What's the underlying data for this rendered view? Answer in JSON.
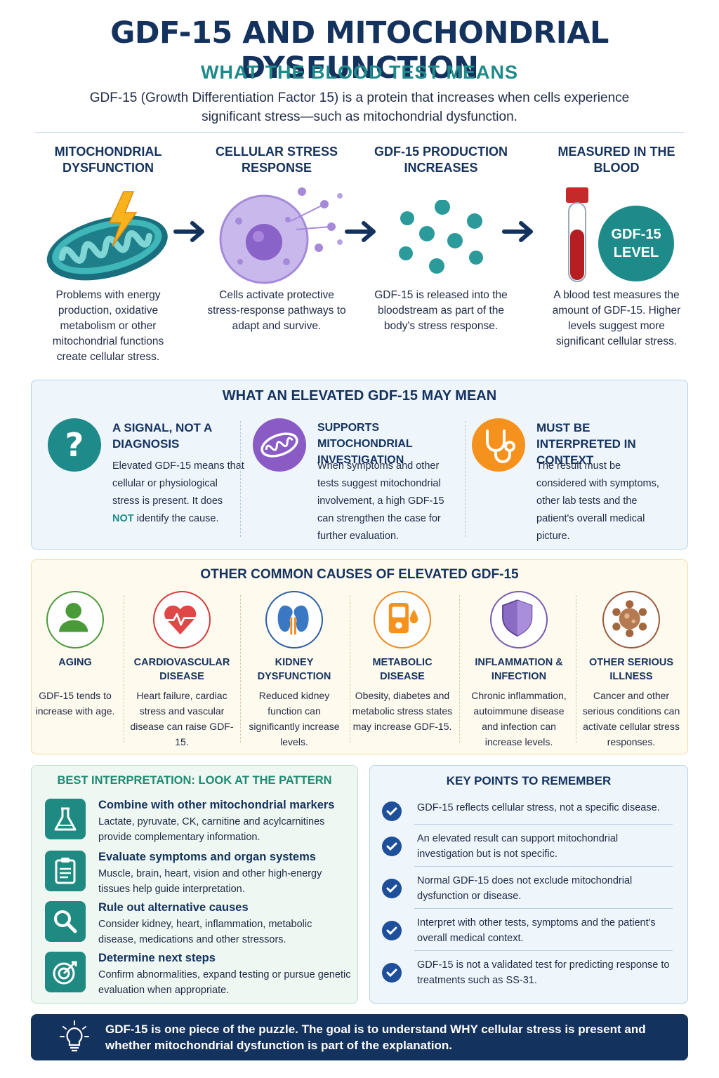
{
  "header": {
    "title": "GDF-15 AND MITOCHONDRIAL DYSFUNCTION",
    "subtitle": "WHAT THE BLOOD TEST MEANS",
    "intro": "GDF-15 (Growth Differentiation Factor 15) is a protein that increases when cells experience significant stress—such as mitochondrial dysfunction."
  },
  "flow": [
    {
      "title": "MITOCHONDRIAL DYSFUNCTION",
      "text": "Problems with energy production, oxidative metabolism or other mitochondrial functions create cellular stress.",
      "icon": "mitochondrion-icon"
    },
    {
      "title": "CELLULAR STRESS RESPONSE",
      "text": "Cells activate protective stress-response pathways to adapt and survive.",
      "icon": "cell-icon"
    },
    {
      "title": "GDF-15 PRODUCTION INCREASES",
      "text": "GDF-15 is released into the bloodstream as part of the body's stress response.",
      "icon": "molecules-icon"
    },
    {
      "title": "MEASURED IN THE BLOOD",
      "text": "A blood test measures the amount of GDF-15. Higher levels suggest more significant cellular stress.",
      "icon": "blood-tube-icon",
      "badge": "GDF-15 LEVEL"
    }
  ],
  "meaning": {
    "title": "WHAT AN ELEVATED GDF-15 MAY MEAN",
    "items": [
      {
        "head": "A SIGNAL, NOT A DIAGNOSIS",
        "text_before": "Elevated GDF-15 means that cellular or physiological stress is present. It does ",
        "emphasis": "NOT",
        "text_after": " identify the cause.",
        "icon": "question-icon",
        "color": "#1e8a8a"
      },
      {
        "head": "SUPPORTS MITOCHONDRIAL INVESTIGATION",
        "text": "When symptoms and other tests suggest mitochondrial involvement, a high GDF-15 can strengthen the case for further evaluation.",
        "icon": "mitochondrion-icon",
        "color": "#8a5bc4"
      },
      {
        "head": "MUST BE INTERPRETED IN CONTEXT",
        "text": "The result must be considered with symptoms, other lab tests and the patient's overall medical picture.",
        "icon": "stethoscope-icon",
        "color": "#f5921e"
      }
    ]
  },
  "causes": {
    "title": "OTHER COMMON CAUSES OF ELEVATED GDF-15",
    "items": [
      {
        "head": "AGING",
        "text": "GDF-15 tends to increase with age.",
        "icon": "person-icon",
        "color": "#4a9a3a"
      },
      {
        "head": "CARDIOVASCULAR DISEASE",
        "text": "Heart failure, cardiac stress and vascular disease can raise GDF-15.",
        "icon": "heart-icon",
        "color": "#d83a3a"
      },
      {
        "head": "KIDNEY DYSFUNCTION",
        "text": "Reduced kidney function can significantly increase levels.",
        "icon": "kidney-icon",
        "color": "#2a5fa8"
      },
      {
        "head": "METABOLIC DISEASE",
        "text": "Obesity, diabetes and metabolic stress states may increase GDF-15.",
        "icon": "glucose-meter-icon",
        "color": "#f08a1c"
      },
      {
        "head": "INFLAMMATION & INFECTION",
        "text": "Chronic inflammation, autoimmune disease and infection can increase levels.",
        "icon": "shield-icon",
        "color": "#7a5bb0"
      },
      {
        "head": "OTHER SERIOUS ILLNESS",
        "text": "Cancer and other serious conditions can activate cellular stress responses.",
        "icon": "cancer-cell-icon",
        "color": "#9a5a3a"
      }
    ]
  },
  "interpretation": {
    "title": "BEST INTERPRETATION: LOOK AT THE PATTERN",
    "items": [
      {
        "head": "Combine with other mitochondrial markers",
        "text": "Lactate, pyruvate, CK, carnitine and acylcarnitines provide complementary information.",
        "icon": "flask-icon"
      },
      {
        "head": "Evaluate symptoms and organ systems",
        "text": "Muscle, brain, heart, vision and other high-energy tissues help guide interpretation.",
        "icon": "clipboard-icon"
      },
      {
        "head": "Rule out alternative causes",
        "text": "Consider kidney, heart, inflammation, metabolic disease, medications and other stressors.",
        "icon": "magnifier-icon"
      },
      {
        "head": "Determine next steps",
        "text": "Confirm abnormalities, expand testing or pursue genetic evaluation when appropriate.",
        "icon": "target-icon"
      }
    ]
  },
  "key_points": {
    "title": "KEY POINTS TO REMEMBER",
    "items": [
      "GDF-15 reflects cellular stress, not a specific disease.",
      "An elevated result can support mitochondrial investigation but is not specific.",
      "Normal GDF-15 does not exclude mitochondrial dysfunction or disease.",
      "Interpret with other tests, symptoms and the patient's overall medical context.",
      "GDF-15 is not a validated test for predicting response to treatments such as SS-31."
    ]
  },
  "footer": {
    "text": "GDF-15 is one piece of the puzzle. The goal is to understand WHY cellular stress is present and whether mitochondrial dysfunction is part of the explanation.",
    "icon": "lightbulb-icon"
  }
}
